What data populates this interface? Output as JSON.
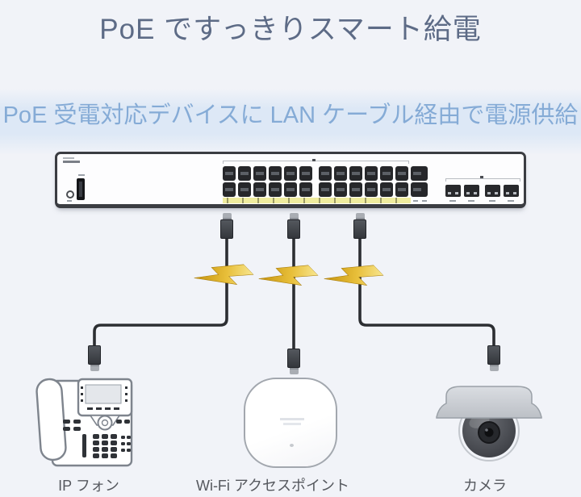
{
  "title": {
    "text": "PoE ですっきりスマート給電"
  },
  "subtitle": {
    "text": "PoE 受電対応デバイスに LAN ケーブル経由で電源供給"
  },
  "colors": {
    "page_background": "#f1f3f8",
    "title_text": "#5d6b86",
    "subtitle_text": "#85abd6",
    "subtitle_band": "#dde8f6",
    "cable": "#2c2e32",
    "bolt_gradient_dark": "#c4920e",
    "bolt_gradient_light": "#f8e792",
    "poe_strip_yellow": "#efec9e",
    "switch_frame": "#3b3d42",
    "caption_text": "#55585e"
  },
  "switch": {
    "description": "24-port PoE switch",
    "rj45_columns": 12,
    "rj45_rows": 2,
    "uplink_ports": 2,
    "sfp_ports": 4
  },
  "connections": [
    {
      "device": "ip-phone",
      "label": "IP フォン",
      "powered": true
    },
    {
      "device": "wifi-access-point",
      "label": "Wi-Fi アクセスポイント",
      "powered": true
    },
    {
      "device": "camera",
      "label": "カメラ",
      "powered": true
    }
  ]
}
